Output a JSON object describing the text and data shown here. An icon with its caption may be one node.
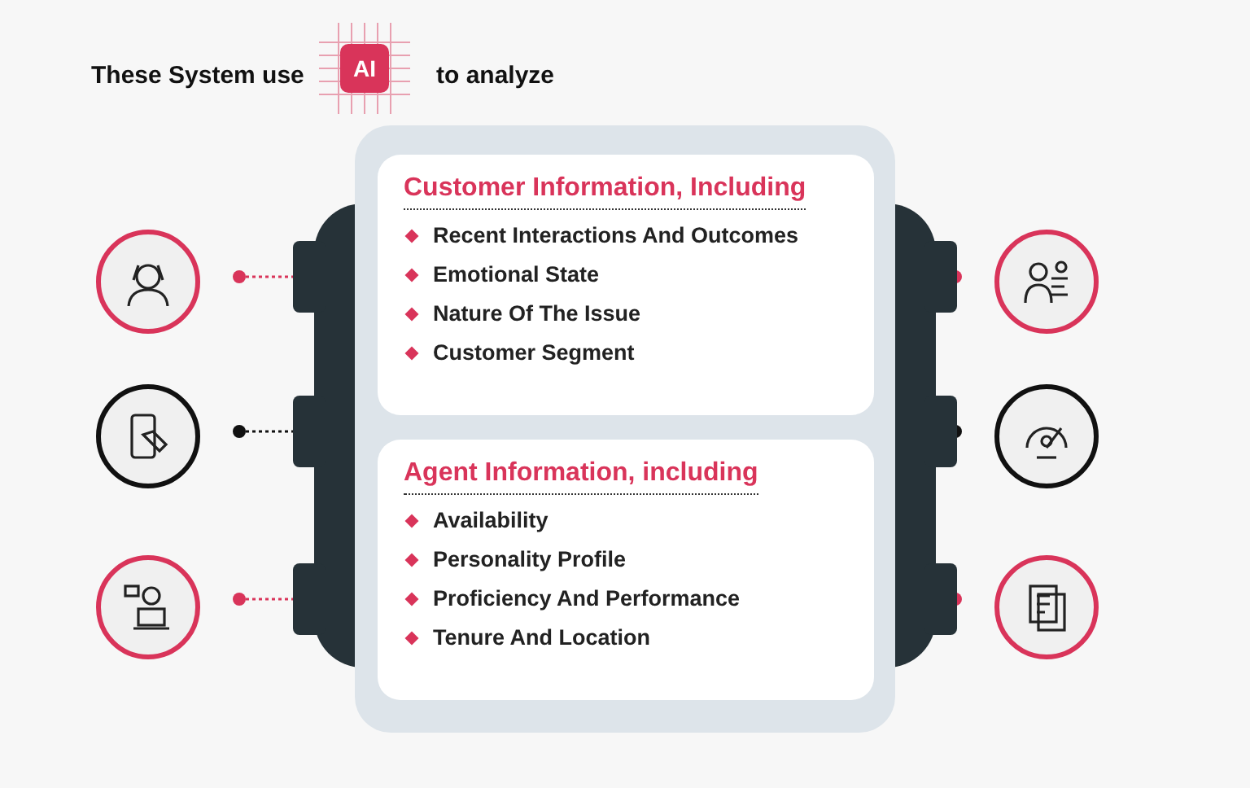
{
  "diagram": {
    "nodes": [
      {
        "text": [],
        "shape": "box"
      },
      {
        "text": [
          "Customer Information, Including",
          "Recent Interactions And Outcomes",
          "Emotional State",
          "Nature Of The Issue",
          "Customer Segment"
        ],
        "in": 0
      },
      {
        "text": [
          "Agent Information, including",
          "Availability",
          "Personality Profile",
          "Proficiency And Performance",
          "Tenure And Location"
        ],
        "in": 0
      },
      {
        "text": [],
        "shape": "circle"
      },
      {
        "text": [],
        "shape": "circle"
      },
      {
        "text": [],
        "shape": "circle"
      },
      {
        "text": [],
        "shape": "circle"
      },
      {
        "text": [],
        "shape": "circle"
      },
      {
        "text": [],
        "shape": "circle"
      }
    ],
    "edges": [
      {
        "from": 3,
        "to": 0,
        "arrow": "other",
        "style": "dashed"
      },
      {
        "from": 4,
        "to": 0,
        "arrow": "other",
        "style": "dashed",
        "color": "#111111"
      },
      {
        "from": 5,
        "to": 0,
        "arrow": "other",
        "style": "dashed"
      },
      {
        "from": 6,
        "to": 0,
        "arrow": "other",
        "style": "dashed"
      },
      {
        "from": 7,
        "to": 0,
        "arrow": "other",
        "style": "dashed",
        "color": "#111111"
      },
      {
        "from": 8,
        "to": 0,
        "arrow": "other",
        "style": "dashed"
      }
    ],
    "labels": [
      "These System use",
      "AI",
      "to analyze"
    ]
  }
}
